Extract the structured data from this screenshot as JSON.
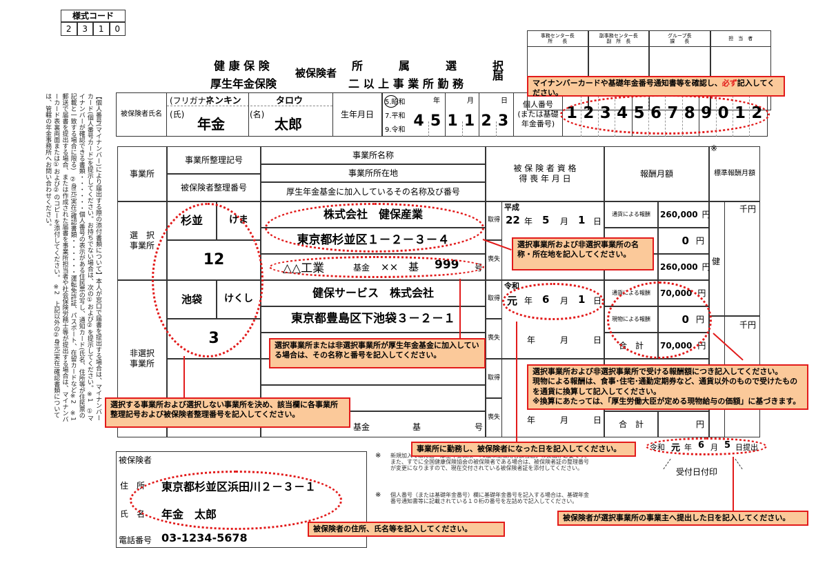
{
  "form_code": {
    "label": "様式コード",
    "digits": [
      "2",
      "3",
      "1",
      "0"
    ]
  },
  "approval": {
    "headers": [
      "事務センター長\n所　　長",
      "副事務センター長\n副　所　長",
      "グループ長\n課　　長",
      "担　当　者"
    ]
  },
  "title": {
    "line1_left": "健 康 保 険",
    "line2_left": "厚生年金保険",
    "middle": "被保険者",
    "line1_right": "所　属　選　択",
    "line2_right": "二 以 上 事 業 所 勤 務",
    "suffix": "届"
  },
  "person": {
    "name_label": "被保険者氏名",
    "furigana_label": "(フリガナ)",
    "furi_last": "ネンキン",
    "furi_first": "タロウ",
    "last_label": "(氏)",
    "first_label": "(名)",
    "last": "年金",
    "first": "太郎",
    "birth_label": "生年月日",
    "era_options": [
      "5.昭和",
      "7.平和",
      "9.令和"
    ],
    "y_label": "年",
    "m_label": "月",
    "d_label": "日",
    "birth_digits": [
      "4",
      "5",
      "1",
      "1",
      "2",
      "3"
    ],
    "id_label": "個人番号\n(または基礎\n年金番号)",
    "id_digits": [
      "1",
      "2",
      "3",
      "4",
      "5",
      "6",
      "7",
      "8",
      "9",
      "0",
      "1",
      "2"
    ]
  },
  "table": {
    "h_office": "事業所",
    "h_office_no": "事業所整理記号",
    "h_insured_no": "被保険者整理番号",
    "h_name": "事業所名称",
    "h_address": "事業所所在地",
    "h_fund": "厚生年金基金に加入しているその名称及び番号",
    "h_date": "被 保 険 者 資 格\n得 喪 年 月 日",
    "h_pay": "報酬月額",
    "h_std": "標準報酬月額",
    "asterisk": "※",
    "sel_label": "選　択\n事業所",
    "nonsel_label": "非選択\n事業所",
    "sel": {
      "code1": "杉並",
      "code2": "けま",
      "insured_no": "12",
      "name": "株式会社　健保産業",
      "address": "東京都杉並区１－２－３－４",
      "fund_name": "△△工業",
      "fund_k": "基金",
      "fund_no_pre": "××　基",
      "fund_no": "999",
      "go": "号"
    },
    "nonsel": {
      "code1": "池袋",
      "code2": "けくし",
      "insured_no": "3",
      "name": "健保サービス　株式会社",
      "address": "東京都豊島区下池袋３－２－１"
    },
    "fund_k2": "基金",
    "fund_b2": "基",
    "fund_go2": "号",
    "get": "取得",
    "loss": "喪失",
    "era_heisei": "平成",
    "era_reiwa": "令和",
    "date1": {
      "y": "22",
      "m": "5",
      "d": "1"
    },
    "date2": {
      "y": "元",
      "m": "6",
      "d": "1"
    },
    "nen": "年",
    "tsuki": "月",
    "hi": "日",
    "pay_cash": "通貨による報酬",
    "pay_kind": "現物による報酬",
    "pay_total": "合　計",
    "yen": "円",
    "senen": "千円",
    "sel_cash": "260,000",
    "sel_kind": "0",
    "sel_total": "260,000",
    "non_cash": "70,000",
    "non_kind": "0",
    "non_total": "70,000",
    "ken": "健"
  },
  "insured": {
    "title": "被保険者",
    "addr_label": "住　所",
    "addr": "東京都杉並区浜田川２－３－１",
    "name_label": "氏　名",
    "name": "年金　太郎",
    "tel_label": "電話番号",
    "tel": "03-1234-5678"
  },
  "submission": {
    "era": "令和",
    "y": "元",
    "m": "6",
    "d": "5",
    "suffix": "日提出",
    "y_l": "年",
    "m_l": "月",
    "receipt": "受付日付印"
  },
  "footnotes": {
    "n1": "新規加入で取得届・厚生年金保険　70歳以上被用者該当届」の提出が必要です。\nまた、すでに全国健康保険協会の被保険者である場合は、被保険者証の整理番号\nが変更になりますので、現在交付されている被保険者証を添付してください。",
    "n2": "個人番号（または基礎年金番号）欄に基礎年金番号を記入する場合は、基礎年金\n番号通知書等に記載されている１０桁の番号を左詰めで記入してください。",
    "mark": "※"
  },
  "side_note": "【個人番号(マイナンバー)により届出する際の添付書類について】本人が窓口で届書を提出する場合は、マイナンバーカード(個人番号カード)を提示してください。お持ちでない場合は、次の①および②を提示してください。※1　①マイナンバーが確認できる書類・・・・・・個人番号の表示がある住民票の写し、通知カード(氏名、住所等が住民票の記載と一致する場合に限る)　②身元(実在)確認書類・・・・・・運転免許証、パスポート、在留カードなど※2　※1　郵送で届書を提出する場合、または作成された届書を事業所担当者や社会保険労務士等が提出する場合は、マイナンバーカード表裏両面または①および②のコピーを添付してください。　※2　上記以外の②身元(実在)確認書類については、管轄の年金事務所へお問い合わせください。",
  "callouts": {
    "c1": "マイナンバーカードや基礎年金番号通知書等を確認し、",
    "c1_red": "必ず",
    "c1_end": "記入してください。",
    "c2": "選択事業所および非選択事業所の名称・所在地を記入してください。",
    "c3": "選択事業所または非選択事業所が厚生年金基金に加入している場合は、その名称と番号を記入してください。",
    "c4": "選択する事業所および選択しない事業所を決め、該当欄に各事業所整理記号および被保険者整理番号を記入してください。",
    "c5a": "選択事業所および非選択事業所で受ける報酬額につき記入してください。",
    "c5b": "現物による報酬は、食事･住宅･通勤定期券など、通貨以外のもので受けたものを通貨に換算して記入してください。",
    "c5c": "※換算にあたっては、「厚生労働大臣が定める現物給与の価額」に基づきます。",
    "c6": "事業所に勤務し、被保険者になった日を記入してください。",
    "c7": "被保険者の住所、氏名等を記入してください。",
    "c8": "被保険者が選択事業所の事業主へ提出した日を記入してください。"
  }
}
